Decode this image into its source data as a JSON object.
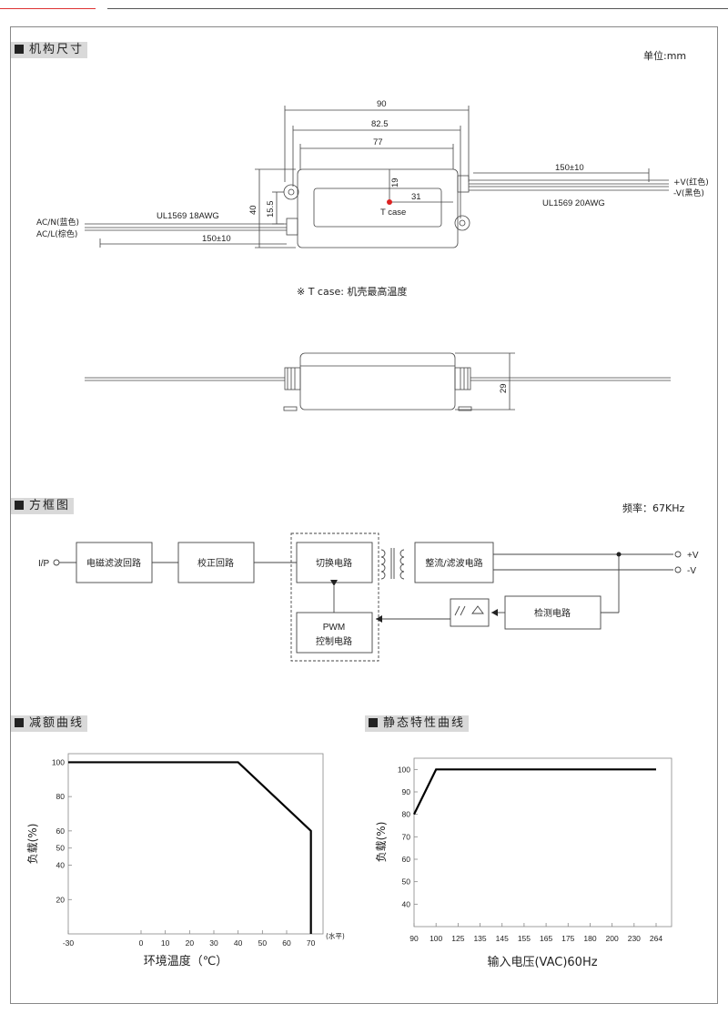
{
  "sections": {
    "mechanical": "机构尺寸",
    "block": "方框图",
    "derating": "减额曲线",
    "static": "静态特性曲线"
  },
  "unit_label": "单位:mm",
  "freq_label": "频率：67KHz",
  "mechanical": {
    "dims": [
      "90",
      "82.5",
      "77",
      "19",
      "31",
      "40",
      "15.5",
      "150±10",
      "150±10",
      "29"
    ],
    "tcase_label": "T case",
    "ac_n": "AC/N(蓝色)",
    "ac_l": "AC/L(棕色)",
    "awg_in": "UL1569  18AWG",
    "awg_out": "UL1569  20AWG",
    "vplus": "+V(红色)",
    "vminus": "-V(黑色)",
    "tcase_note": "※ T case: 机壳最高温度"
  },
  "block": {
    "ip": "I/P",
    "emi": "电磁滤波回路",
    "pfc": "校正回路",
    "switch": "切换电路",
    "rect": "整流/滤波电路",
    "detect": "检测电路",
    "pwm1": "PWM",
    "pwm2": "控制电路",
    "out_plus": "+V",
    "out_minus": "-V"
  },
  "chart_data": [
    {
      "type": "line",
      "title": "减额曲线",
      "xlabel": "环境温度（℃）",
      "ylabel": "负载(%)",
      "x_unit_note": "(水平)",
      "x_ticks": [
        "-30",
        "0",
        "10",
        "20",
        "30",
        "40",
        "50",
        "60",
        "70"
      ],
      "y_ticks": [
        "100",
        "80",
        "60",
        "50",
        "40",
        "20"
      ],
      "xlim": [
        -30,
        75
      ],
      "ylim": [
        0,
        105
      ],
      "series": [
        {
          "x": [
            -30,
            40,
            70,
            70
          ],
          "y": [
            100,
            100,
            60,
            0
          ]
        }
      ]
    },
    {
      "type": "line",
      "title": "静态特性曲线",
      "xlabel": "输入电压(VAC)60Hz",
      "ylabel": "负载(%)",
      "x_ticks": [
        "90",
        "100",
        "125",
        "135",
        "145",
        "155",
        "165",
        "175",
        "180",
        "200",
        "230",
        "264"
      ],
      "y_ticks": [
        "100",
        "90",
        "80",
        "70",
        "60",
        "50",
        "40"
      ],
      "ylim": [
        30,
        105
      ],
      "series": [
        {
          "x": [
            90,
            100,
            264
          ],
          "y": [
            80,
            100,
            100
          ]
        }
      ]
    }
  ]
}
